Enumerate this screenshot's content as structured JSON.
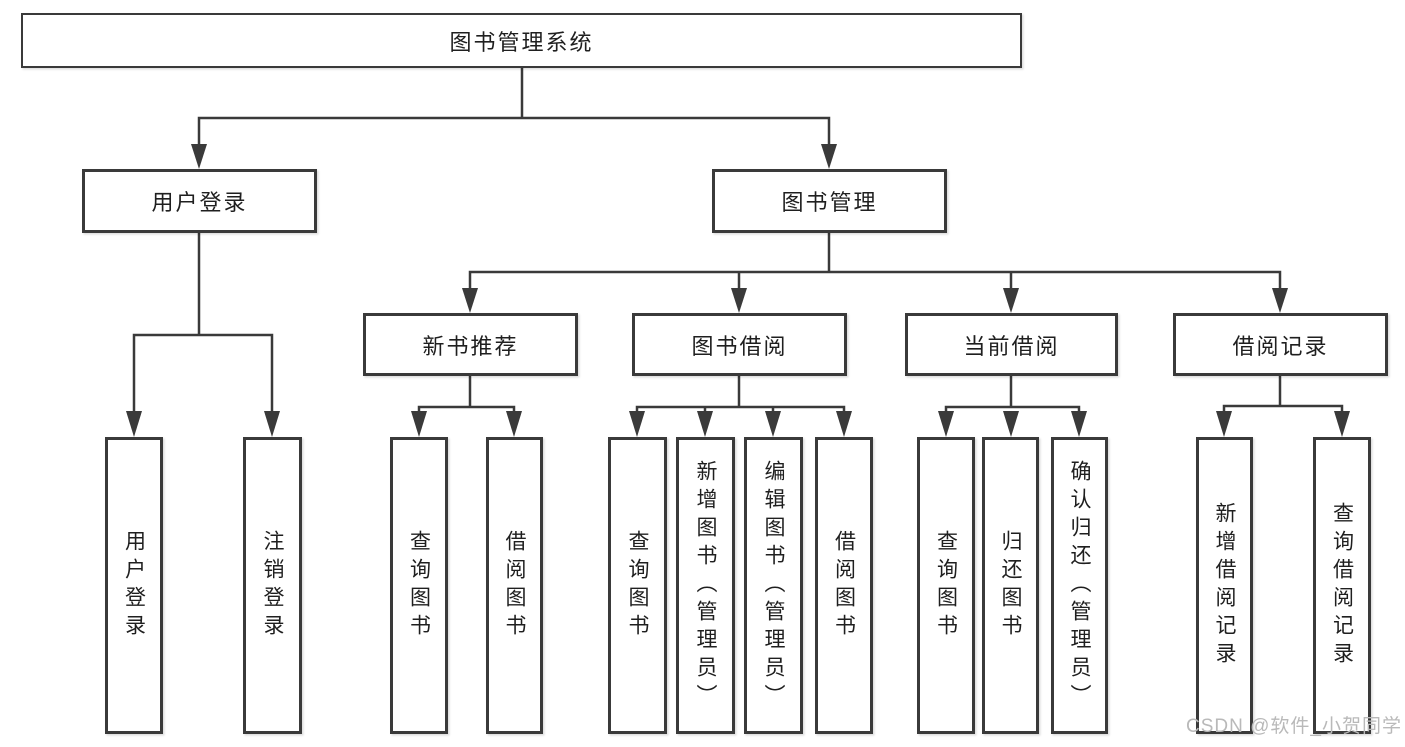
{
  "title": "图书管理系统",
  "watermark": "CSDN @软件_小贺同学",
  "colors": {
    "line": "#3a3a3a",
    "box_border": "#3a3a3a",
    "text": "#1f1f1f",
    "watermark": "#b9b9b9",
    "background": "#ffffff"
  },
  "tree": {
    "label": "图书管理系统",
    "children": [
      {
        "label": "用户登录",
        "children": [
          {
            "label": "用户登录"
          },
          {
            "label": "注销登录"
          }
        ]
      },
      {
        "label": "图书管理",
        "children": [
          {
            "label": "新书推荐",
            "children": [
              {
                "label": "查询图书"
              },
              {
                "label": "借阅图书"
              }
            ]
          },
          {
            "label": "图书借阅",
            "children": [
              {
                "label": "查询图书"
              },
              {
                "label": "新增图书（管理员）"
              },
              {
                "label": "编辑图书（管理员）"
              },
              {
                "label": "借阅图书"
              }
            ]
          },
          {
            "label": "当前借阅",
            "children": [
              {
                "label": "查询图书"
              },
              {
                "label": "归还图书"
              },
              {
                "label": "确认归还（管理员）"
              }
            ]
          },
          {
            "label": "借阅记录",
            "children": [
              {
                "label": "新增借阅记录"
              },
              {
                "label": "查询借阅记录"
              }
            ]
          }
        ]
      }
    ]
  }
}
